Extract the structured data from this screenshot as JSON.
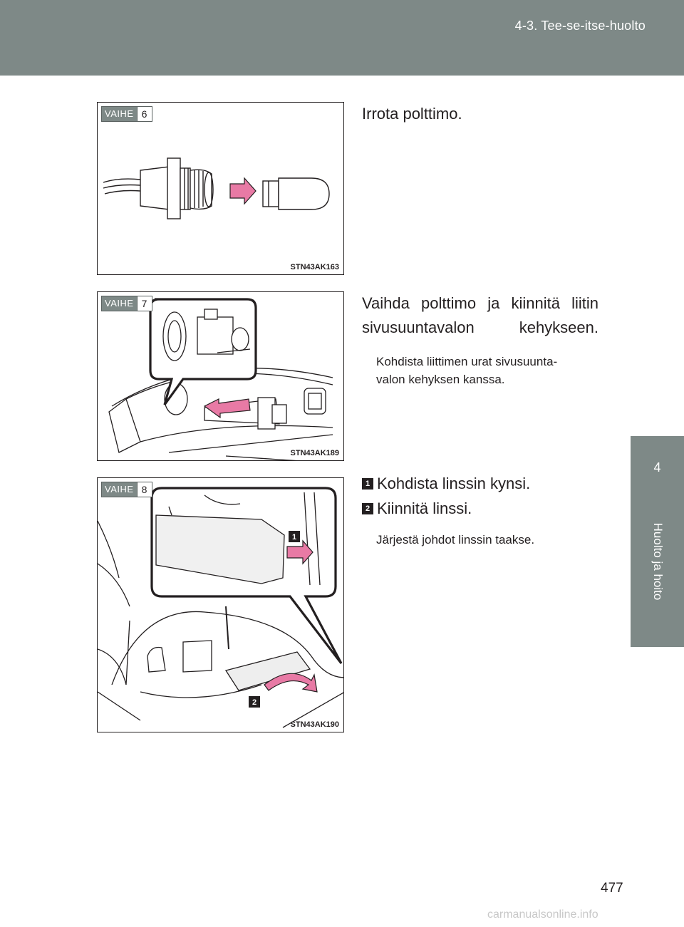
{
  "header": {
    "title": "4-3. Tee-se-itse-huolto"
  },
  "side_tab": {
    "chapter_number": "4",
    "chapter_name": "Huolto ja hoito"
  },
  "steps": [
    {
      "badge_label": "VAIHE",
      "badge_number": "6",
      "figure_code": "STN43AK163",
      "main_text": "Irrota polttimo."
    },
    {
      "badge_label": "VAIHE",
      "badge_number": "7",
      "figure_code": "STN43AK189",
      "main_text": "Vaihda polttimo ja kiinnitä liitin sivusuuntavalon kehykseen.",
      "note_line1": "Kohdista liittimen urat sivusuunta-",
      "note_line2": "valon kehyksen kanssa."
    },
    {
      "badge_label": "VAIHE",
      "badge_number": "8",
      "figure_code": "STN43AK190",
      "item1_num": "1",
      "item1_text": "Kohdista linssin kynsi.",
      "item2_num": "2",
      "item2_text": "Kiinnitä linssi.",
      "note": "Järjestä johdot linssin taakse."
    }
  ],
  "page_number": "477",
  "watermark": "carmanualsonline.info",
  "colors": {
    "band": "#7e8987",
    "arrow_pink": "#e87aa5",
    "ink": "#231f20"
  }
}
